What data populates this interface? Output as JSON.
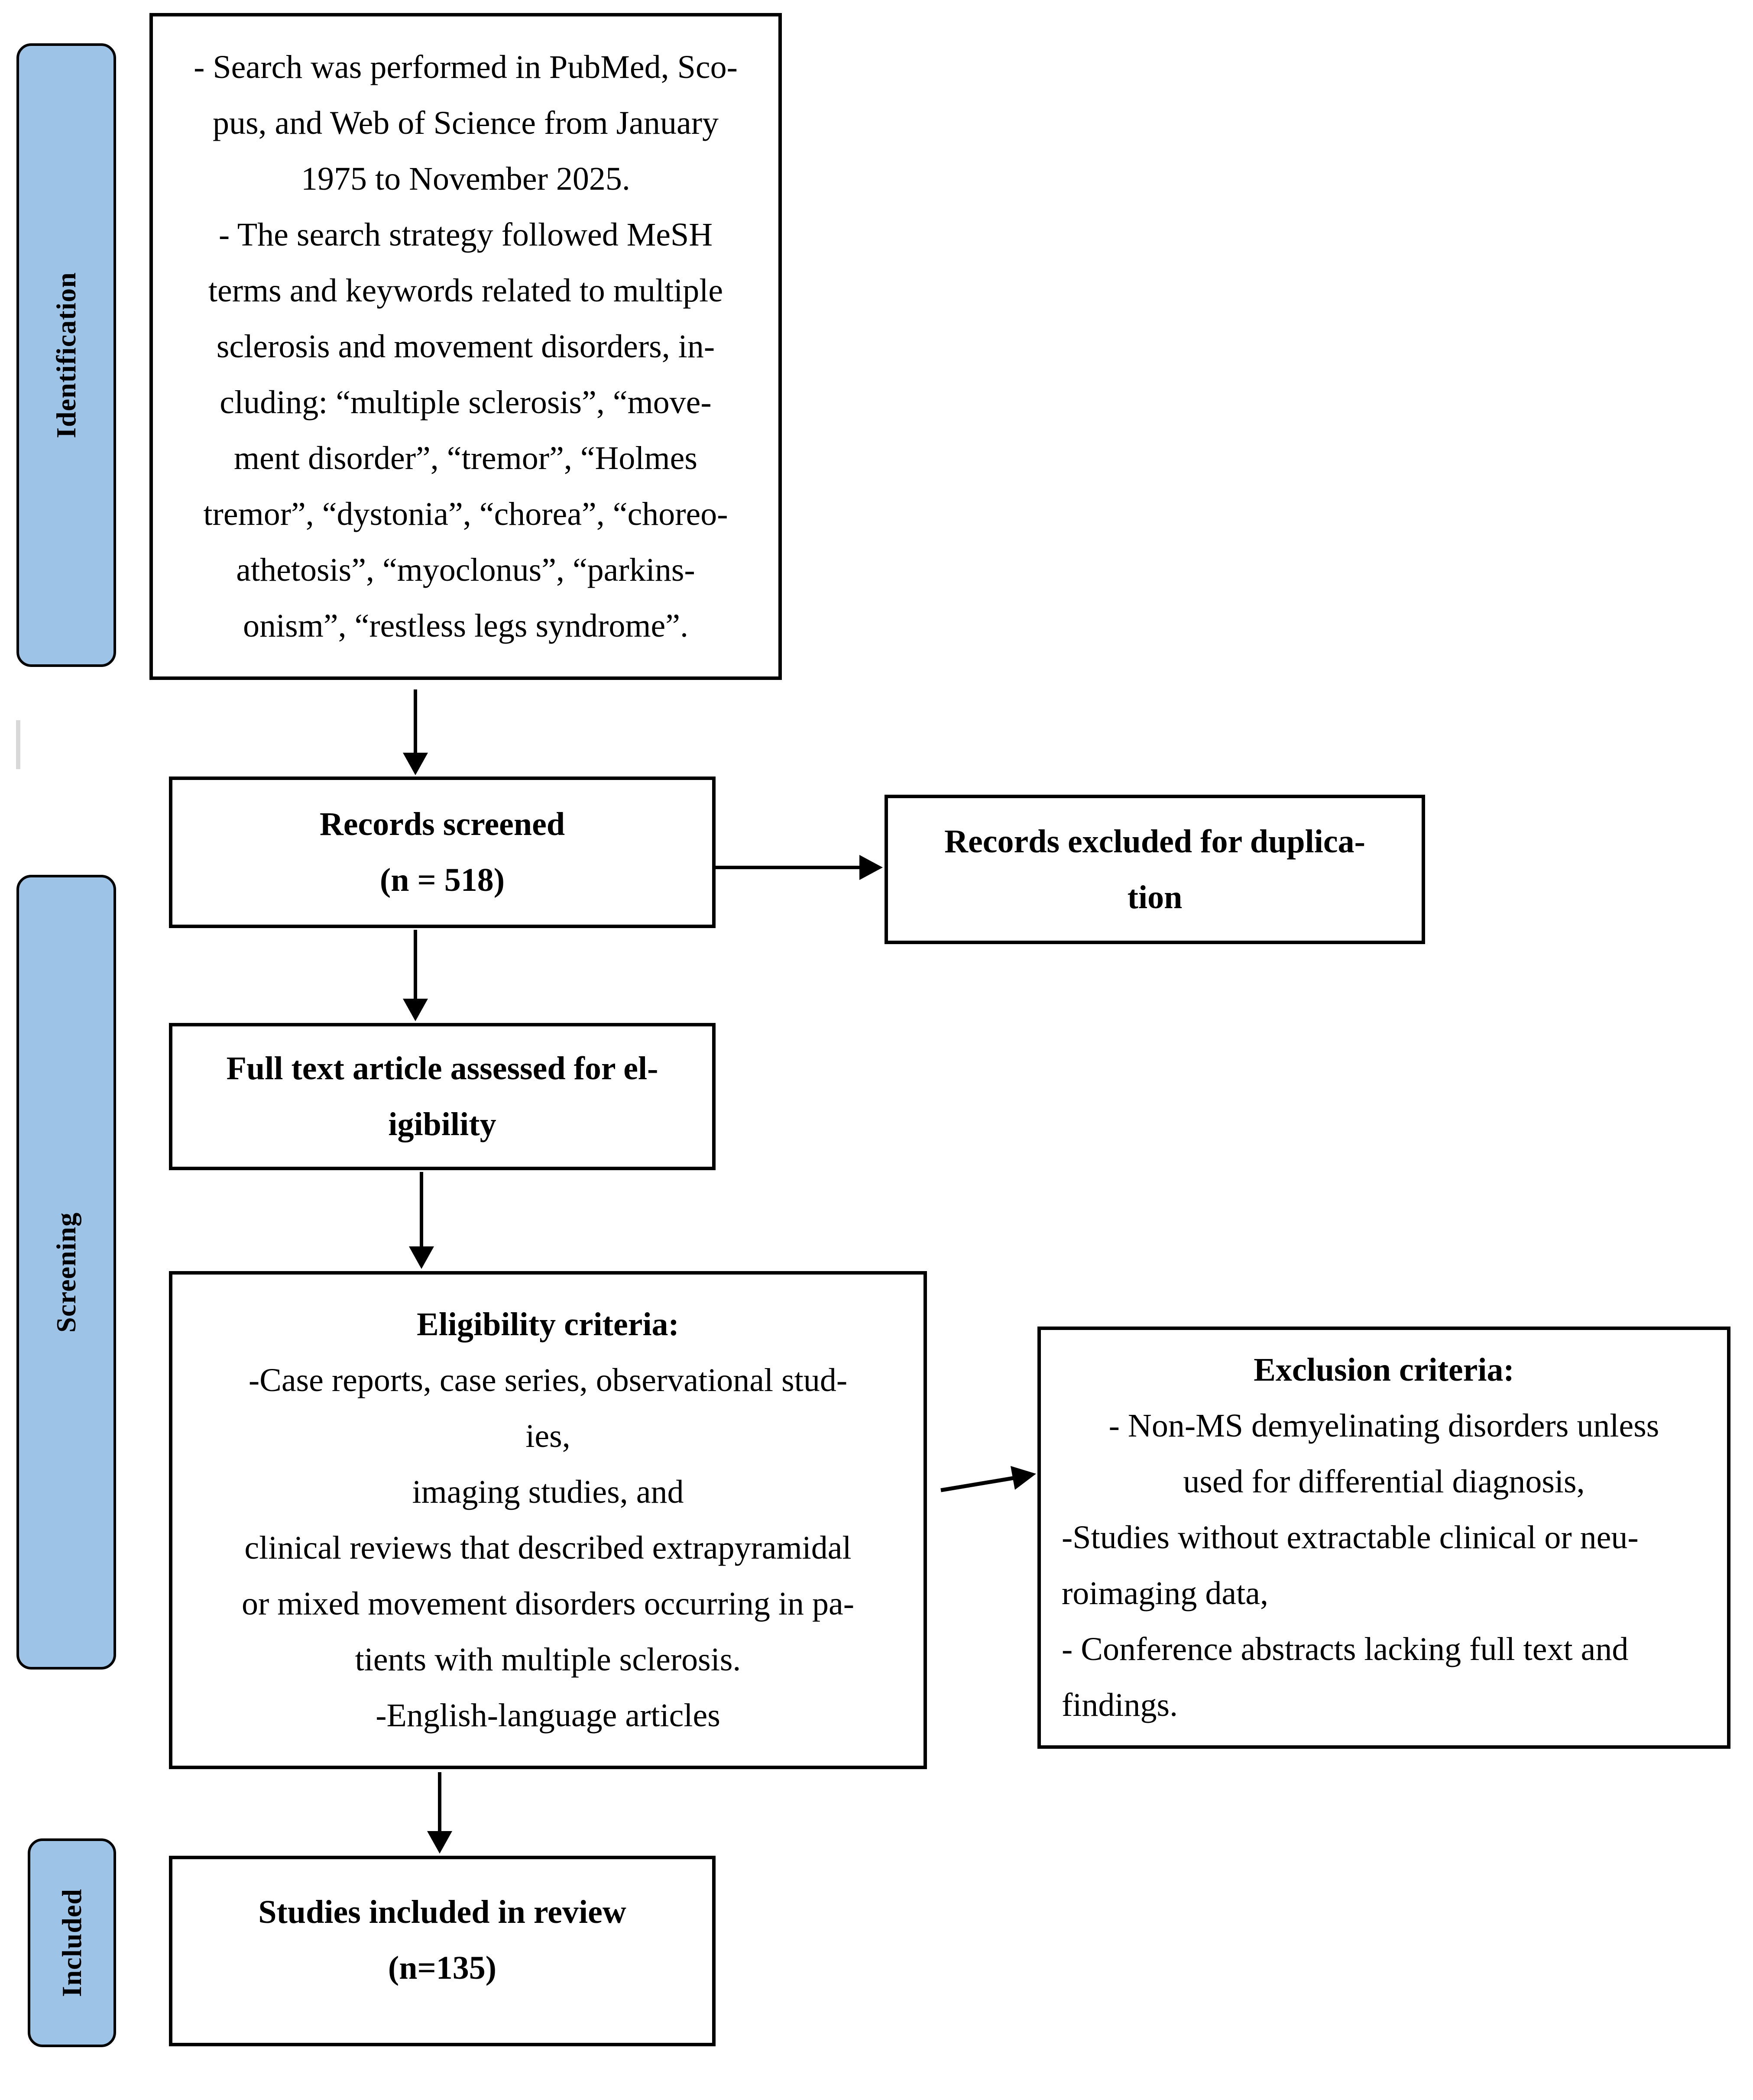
{
  "stages": [
    {
      "label": "Identification"
    },
    {
      "label": "Screening"
    },
    {
      "label": "Included"
    }
  ],
  "boxes": {
    "search": {
      "text": "- Search was performed in PubMed, Sco-\npus, and Web of Science from January\n1975 to November 2025.\n- The search strategy followed MeSH\nterms and keywords related to multiple\nsclerosis and movement disorders, in-\ncluding: “multiple sclerosis”, “move-\nment disorder”, “tremor”, “Holmes\ntremor”, “dystonia”, “chorea”, “choreo-\nathetosis”, “myoclonus”, “parkins-\nonism”, “restless legs syndrome”."
    },
    "records_screened": {
      "title": "Records screened",
      "count": "(n = 518)"
    },
    "records_excluded": {
      "text": "Records excluded for duplica-\ntion"
    },
    "full_text": {
      "text": "Full text article assessed for el-\nigibility"
    },
    "eligibility": {
      "title": "Eligibility criteria:",
      "body": "-Case reports, case series, observational stud-\nies,\nimaging studies, and\nclinical reviews that described extrapyramidal\nor mixed movement disorders occurring in pa-\ntients with multiple sclerosis.\n-English-language articles"
    },
    "exclusion": {
      "title": "Exclusion criteria:",
      "centered": "- Non-MS demyelinating disorders unless\nused for differential diagnosis,",
      "left": "-Studies without extractable clinical or neu-\nroimaging data,\n- Conference abstracts lacking full text and\nfindings."
    },
    "included_studies": {
      "title": "Studies included in review",
      "count": "(n=135)"
    }
  },
  "colors": {
    "stage_fill": "#9DC3E6",
    "stage_border": "#000000",
    "box_border": "#000000",
    "arrow": "#000000",
    "scroll_artifact": "#D8D8D8"
  }
}
